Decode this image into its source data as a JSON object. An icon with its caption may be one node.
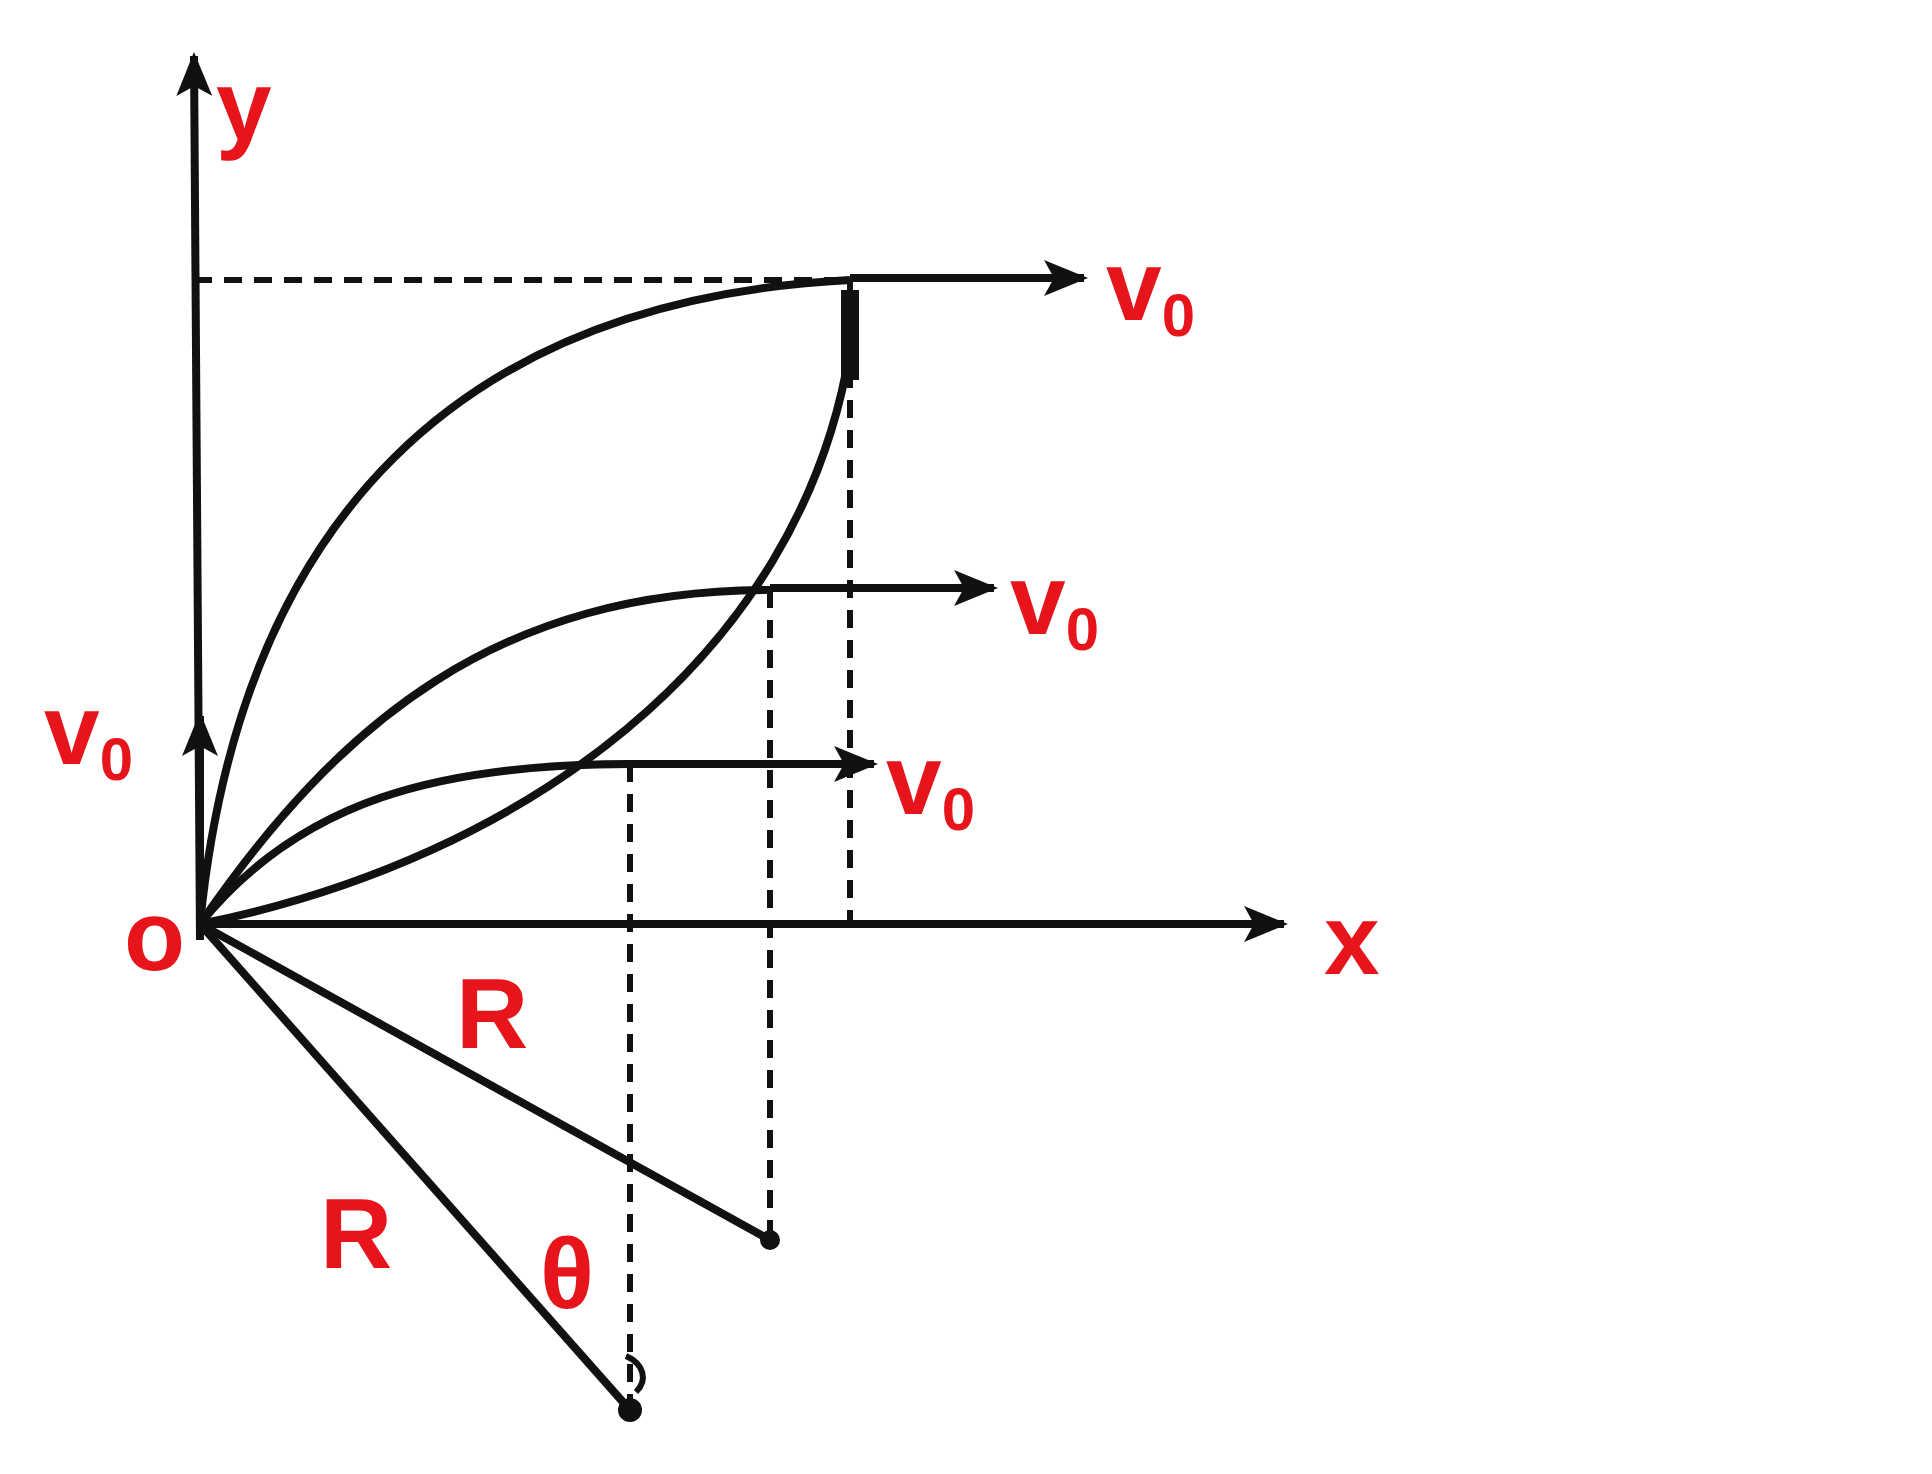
{
  "diagram": {
    "labels": [
      "y",
      "v$_{0}$",
      "v$_{0}$",
      "v$_{0}$",
      "v$_{0}$",
      "o",
      "x",
      "R",
      "R",
      "θ"
    ]
  }
}
